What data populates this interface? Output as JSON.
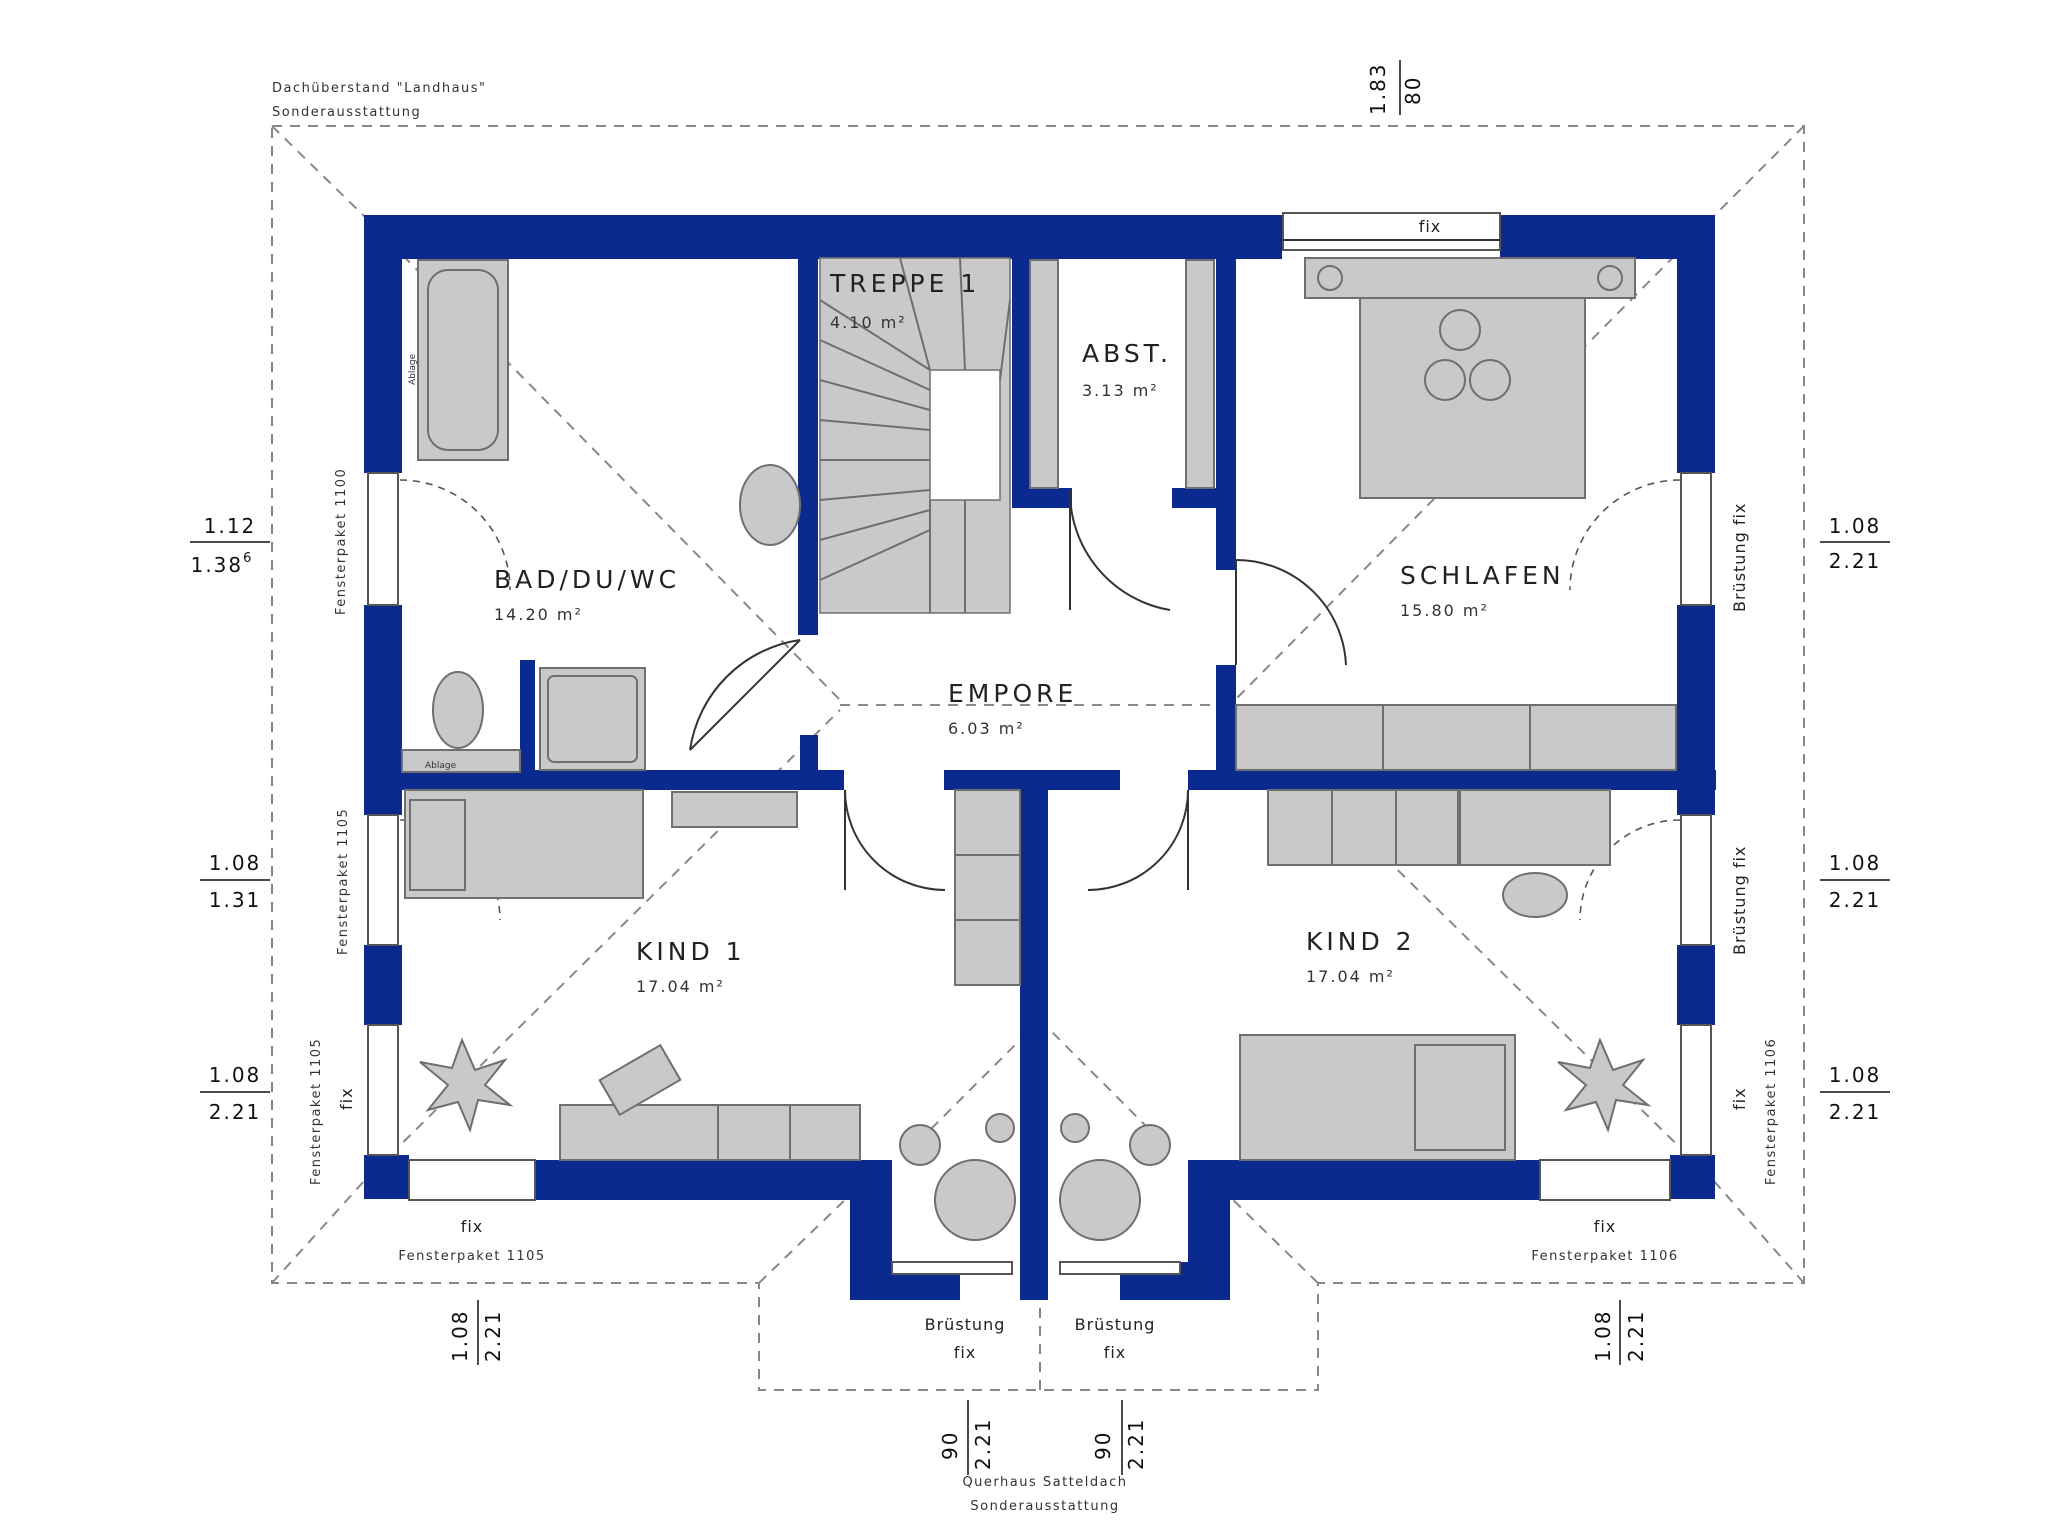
{
  "notes": {
    "roof_overhang_line1": "Dachüberstand \"Landhaus\"",
    "roof_overhang_line2": "Sonderausstattung",
    "cross_gable_line1": "Querhaus Satteldach",
    "cross_gable_line2": "Sonderausstattung"
  },
  "rooms": {
    "treppe": {
      "name": "TREPPE 1",
      "area": "4.10 m²"
    },
    "abst": {
      "name": "ABST.",
      "area": "3.13 m²"
    },
    "bad": {
      "name": "BAD/DU/WC",
      "area": "14.20 m²"
    },
    "schlafen": {
      "name": "SCHLAFEN",
      "area": "15.80 m²"
    },
    "empore": {
      "name": "EMPORE",
      "area": "6.03 m²"
    },
    "kind1": {
      "name": "KIND 1",
      "area": "17.04 m²"
    },
    "kind2": {
      "name": "KIND 2",
      "area": "17.04 m²"
    }
  },
  "labels": {
    "fix": "fix",
    "bruestung": "Brüstung",
    "bruestung_fix": "Brüstung fix",
    "ablage": "Ablage",
    "fensterpaket_1100": "Fensterpaket 1100",
    "fensterpaket_1105": "Fensterpaket 1105",
    "fensterpaket_1106": "Fensterpaket 1106"
  },
  "dimensions": {
    "top": {
      "a": "1.83",
      "b": "80"
    },
    "left_1": {
      "a": "1.12",
      "b": "1.38",
      "sup": "6"
    },
    "left_2": {
      "a": "1.08",
      "b": "1.31"
    },
    "left_3": {
      "a": "1.08",
      "b": "2.21"
    },
    "right_1": {
      "a": "1.08",
      "b": "2.21"
    },
    "right_2": {
      "a": "1.08",
      "b": "2.21"
    },
    "right_3": {
      "a": "1.08",
      "b": "2.21"
    },
    "bottom_left": {
      "a": "1.08",
      "b": "2.21"
    },
    "bottom_right": {
      "a": "1.08",
      "b": "2.21"
    },
    "bottom_mid_left": {
      "a": "90",
      "b": "2.21"
    },
    "bottom_mid_right": {
      "a": "90",
      "b": "2.21"
    }
  },
  "colors": {
    "wall": "#0a2a8f",
    "furniture": "#c9c9ca",
    "line": "#6f6f70"
  }
}
